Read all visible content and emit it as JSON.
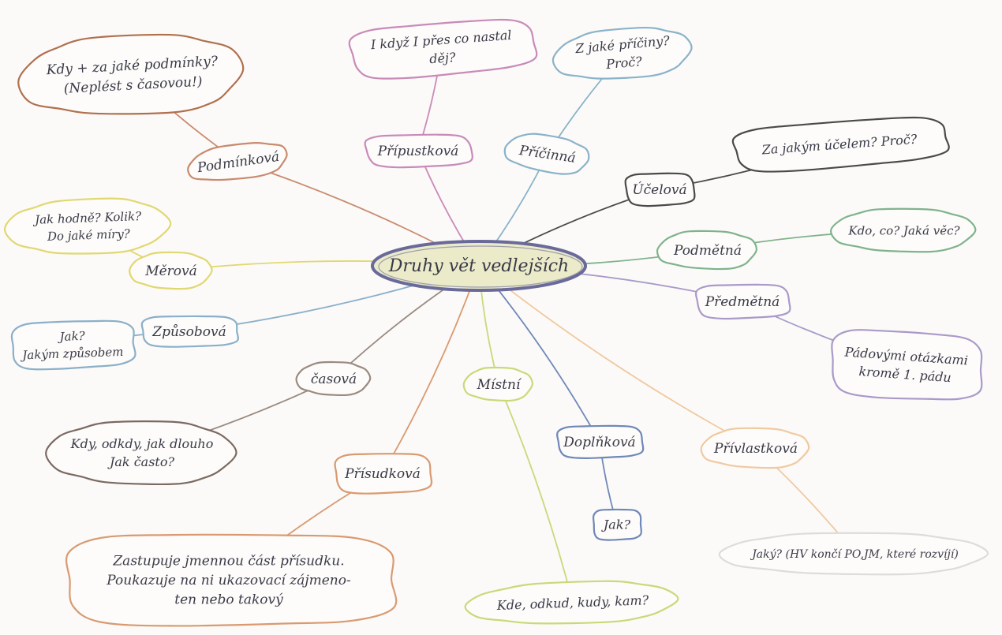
{
  "diagram": {
    "center": {
      "label": "Druhy vět vedlejších",
      "color": "#6a6a9a",
      "fill": "#ecebc9"
    },
    "nodes": [
      {
        "id": "podminkova",
        "label": "Podmínková",
        "color": "#c98a6e"
      },
      {
        "id": "pripustkova",
        "label": "Přípustková",
        "color": "#c98ab8"
      },
      {
        "id": "pricinna",
        "label": "Příčinná",
        "color": "#8ab3c9"
      },
      {
        "id": "ucelova",
        "label": "Účelová",
        "color": "#4a4a4a"
      },
      {
        "id": "podmetna",
        "label": "Podmětná",
        "color": "#7fb38c"
      },
      {
        "id": "predmetna",
        "label": "Předmětná",
        "color": "#a99ac9"
      },
      {
        "id": "privlastkova",
        "label": "Přívlastková",
        "color": "#f0c9a0"
      },
      {
        "id": "doplnkova",
        "label": "Doplňková",
        "color": "#7088b8"
      },
      {
        "id": "mistni",
        "label": "Místní",
        "color": "#c9d97a"
      },
      {
        "id": "prisudkova",
        "label": "Přísudková",
        "color": "#d99a70"
      },
      {
        "id": "casova",
        "label": "časová",
        "color": "#9a8a80"
      },
      {
        "id": "zpusobova",
        "label": "Způsobová",
        "color": "#8ab0c9"
      },
      {
        "id": "mirova",
        "label": "Měrová",
        "color": "#e0d870"
      }
    ],
    "notes": [
      {
        "id": "podminkova-q",
        "lines": [
          "Kdy + za jaké podmínky?",
          "(Neplést s časovou!)"
        ],
        "color": "#b0704e"
      },
      {
        "id": "pripustkova-q",
        "lines": [
          "I když I přes co nastal",
          "děj?"
        ],
        "color": "#c98ab8"
      },
      {
        "id": "pricinna-q",
        "lines": [
          "Z jaké příčiny?",
          "Proč?"
        ],
        "color": "#8ab3c9"
      },
      {
        "id": "ucelova-q",
        "lines": [
          "Za jakým účelem? Proč?"
        ],
        "color": "#4a4a4a"
      },
      {
        "id": "podmetna-q",
        "lines": [
          "Kdo, co? Jaká věc?"
        ],
        "color": "#7fb38c"
      },
      {
        "id": "predmetna-q",
        "lines": [
          "Pádovými otázkami",
          "kromě 1. pádu"
        ],
        "color": "#a99ac9"
      },
      {
        "id": "privlastkova-q",
        "lines": [
          "Jaký? (HV končí PO,JM, které rozvíjí)"
        ],
        "color": "#dcdcdc"
      },
      {
        "id": "doplnkova-q",
        "lines": [
          "Jak?"
        ],
        "color": "#7088b8"
      },
      {
        "id": "mistni-q",
        "lines": [
          "Kde, odkud, kudy, kam?"
        ],
        "color": "#c9d97a"
      },
      {
        "id": "prisudkova-q",
        "lines": [
          "Zastupuje jmennou část přísudku.",
          "Poukazuje na ni ukazovací zájmeno-",
          "ten nebo takový"
        ],
        "color": "#d99a70"
      },
      {
        "id": "casova-q",
        "lines": [
          "Kdy, odkdy, jak dlouho",
          "Jak často?"
        ],
        "color": "#7a6a62"
      },
      {
        "id": "zpusobova-q",
        "lines": [
          "Jak?",
          "Jakým způsobem"
        ],
        "color": "#8ab0c9"
      },
      {
        "id": "mirova-q",
        "lines": [
          "Jak hodně? Kolik?",
          "Do jaké míry?"
        ],
        "color": "#e0d870"
      }
    ]
  }
}
